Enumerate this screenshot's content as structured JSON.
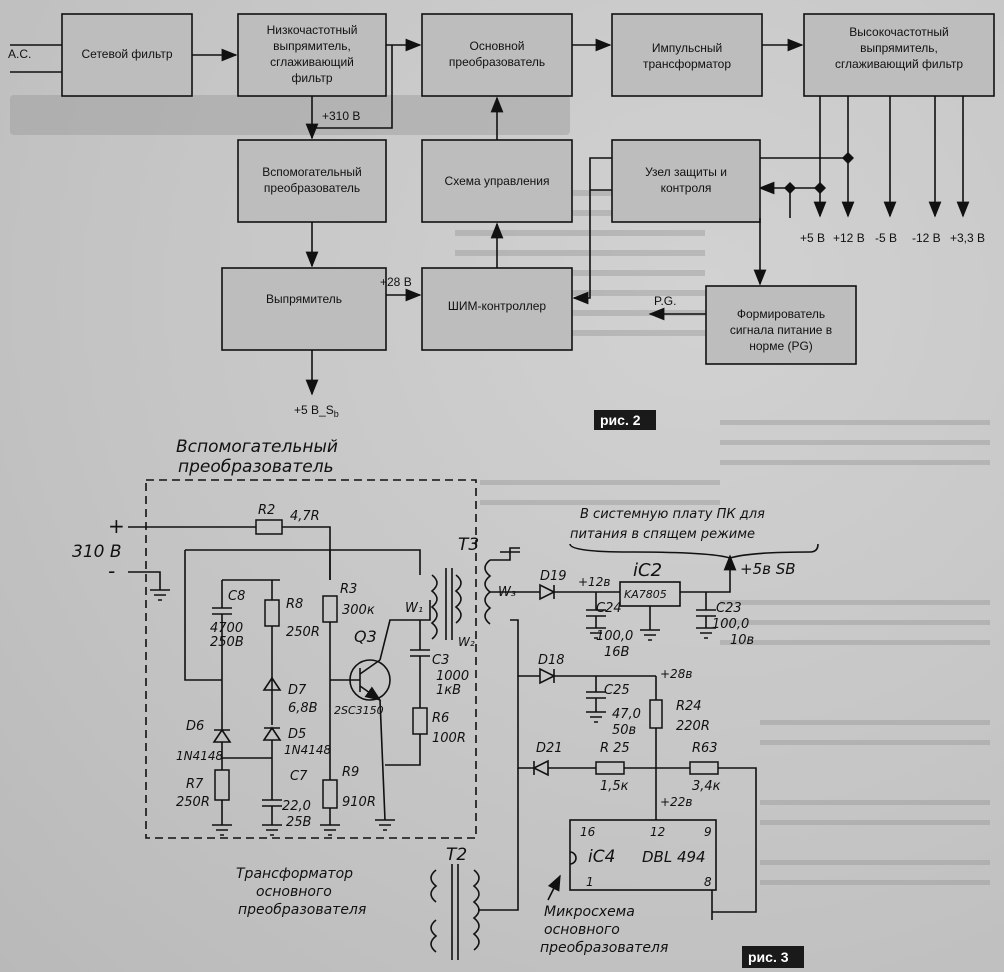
{
  "fig2": {
    "caption": "рис. 2",
    "input": "A.C.",
    "blocks": {
      "net_filter": [
        "Сетевой фильтр"
      ],
      "lf_rect": [
        "Низкочастотный",
        "выпрямитель,",
        "сглаживающий",
        "фильтр"
      ],
      "main_conv": [
        "Основной",
        "преобразователь"
      ],
      "pulse_tr": [
        "Импульсный",
        "трансформатор"
      ],
      "hf_rect": [
        "Высокочастотный",
        "выпрямитель,",
        "сглаживающий фильтр"
      ],
      "aux_conv": [
        "Вспомогательный",
        "преобразователь"
      ],
      "control": [
        "Схема управления"
      ],
      "protect": [
        "Узел защиты и",
        "контроля"
      ],
      "rectifier": [
        "Выпрямитель"
      ],
      "pwm": [
        "ШИМ-контроллер"
      ],
      "pg_gen": [
        "Формирователь",
        "сигнала питание в",
        "норме (PG)"
      ]
    },
    "labels": {
      "v310": "+310 В",
      "v28": "+28 В",
      "v5sb": "+5 В_S",
      "v5sb_sub": "b",
      "pg": "P.G."
    },
    "outputs": [
      "+5 В",
      "+12 В",
      "-5 В",
      "-12 В",
      "+3,3 В"
    ]
  },
  "fig3": {
    "caption": "рис. 3",
    "title": [
      "Вспомогательный",
      "преобразователь"
    ],
    "input_voltage": "310 В",
    "note": [
      "В системную плату ПК для",
      "питания в спящем режиме"
    ],
    "out_sb": "+5в SB",
    "tr_main_label": [
      "Трансформатор",
      "основного",
      "преобразователя"
    ],
    "ic_main_label": [
      "Микросхема",
      "основного",
      "преобразователя"
    ],
    "components": {
      "R2": "R2",
      "R2v": "4,7R",
      "T3": "T3",
      "T2": "T2",
      "R3": "R3",
      "R3v": "300к",
      "R8": "R8",
      "R8v": "250R",
      "C8": "C8",
      "C8v1": "4700",
      "C8v2": "250В",
      "Q3": "Q3",
      "Q3v": "2SC3150",
      "C3": "C3",
      "C3v1": "1000",
      "C3v2": "1кВ",
      "R6": "R6",
      "R6v": "100R",
      "D7": "D7",
      "D7v": "6,8В",
      "D5": "D5",
      "D5v": "1N4148",
      "D6": "D6",
      "D6v": "1N4148",
      "R7": "R7",
      "R7v": "250R",
      "C7": "C7",
      "C7v1": "22,0",
      "C7v2": "25В",
      "R9": "R9",
      "R9v": "910R",
      "W1": "W₁",
      "W2": "W₂",
      "W3": "W₃",
      "D19": "D19",
      "v12": "+12в",
      "IC2": "iC2",
      "IC2v": "KA7805",
      "C24": "C24",
      "C24v1": "100,0",
      "C24v2": "16В",
      "C23": "C23",
      "C23v1": "100,0",
      "C23v2": "10в",
      "D18": "D18",
      "v28": "+28в",
      "C25": "C25",
      "C25v1": "47,0",
      "C25v2": "50в",
      "R24": "R24",
      "R24v": "220R",
      "D21": "D21",
      "R25": "R 25",
      "R25v": "1,5к",
      "R63": "R63",
      "R63v": "3,4к",
      "v22": "+22в",
      "IC4": "iC4",
      "IC4v": "DBL 494",
      "p16": "16",
      "p12": "12",
      "p9": "9",
      "p1": "1",
      "p8": "8"
    }
  }
}
